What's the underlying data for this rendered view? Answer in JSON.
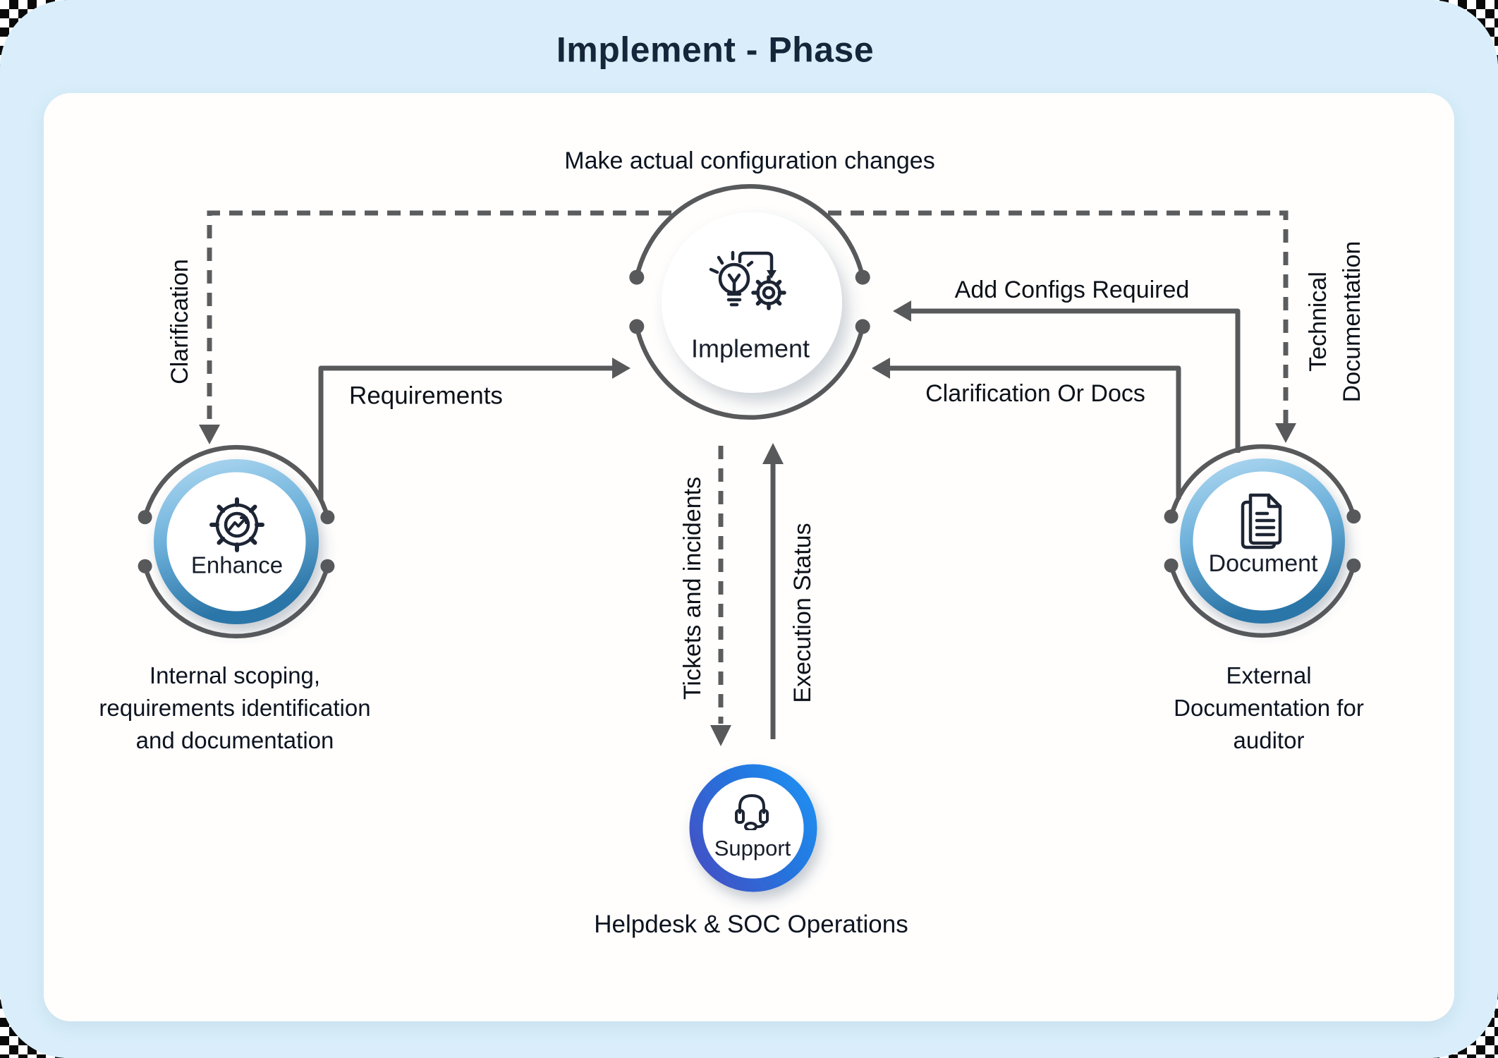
{
  "title": "Implement - Phase",
  "diagram": {
    "top_note": "Make actual configuration changes",
    "nodes": {
      "implement": {
        "label": "Implement"
      },
      "enhance": {
        "label": "Enhance",
        "caption": "Internal scoping,\nrequirements identification\nand documentation"
      },
      "document": {
        "label": "Document",
        "caption": "External\nDocumentation for\nauditor"
      },
      "support": {
        "label": "Support",
        "caption": "Helpdesk & SOC Operations"
      }
    },
    "edges": {
      "clarification": {
        "label": "Clarification",
        "style": "dashed",
        "from": "implement",
        "to": "enhance"
      },
      "requirements": {
        "label": "Requirements",
        "style": "solid",
        "from": "enhance",
        "to": "implement"
      },
      "add_configs": {
        "label": "Add Configs Required",
        "style": "solid",
        "from": "document",
        "to": "implement"
      },
      "clarification_or_docs": {
        "label": "Clarification Or Docs",
        "style": "solid",
        "from": "document",
        "to": "implement"
      },
      "technical_documentation": {
        "label": "Technical\nDocumentation",
        "style": "dashed",
        "from": "implement",
        "to": "document"
      },
      "tickets_and_incidents": {
        "label": "Tickets and incidents",
        "style": "dashed",
        "from": "implement",
        "to": "support"
      },
      "execution_status": {
        "label": "Execution Status",
        "style": "solid",
        "from": "support",
        "to": "implement"
      }
    },
    "colors": {
      "background": "#d9eefa",
      "card": "#ffffff",
      "line_gray": "#58595b",
      "text_dark": "#0c1320",
      "ring_blue_light": "#abd6f0",
      "ring_blue_dark": "#2c76a8",
      "support_ring_start": "#4153c6",
      "support_ring_end": "#1f8cef",
      "icon_stroke": "#1d2534"
    }
  }
}
